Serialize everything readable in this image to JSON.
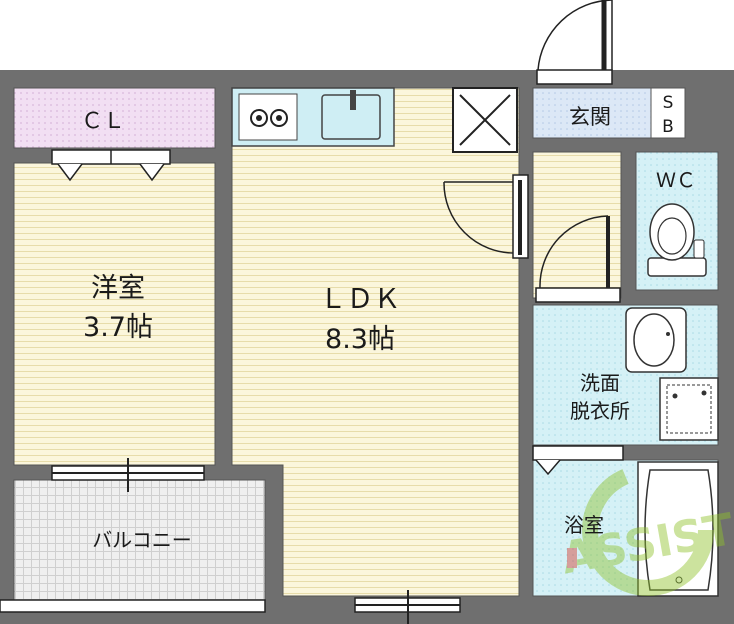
{
  "rooms": {
    "closet": {
      "label": "ＣＬ"
    },
    "western_room": {
      "name": "洋室",
      "size": "3.7帖"
    },
    "ldk": {
      "name": "ＬＤＫ",
      "size": "8.3帖"
    },
    "entrance": {
      "label": "玄関"
    },
    "shoe_box": {
      "label_1": "S",
      "label_2": "B"
    },
    "toilet": {
      "label": "ＷＣ"
    },
    "washroom": {
      "line_1": "洗面",
      "line_2": "脱衣所"
    },
    "bathroom": {
      "label": "浴室"
    },
    "balcony": {
      "label": "バルコニー"
    }
  },
  "watermark": {
    "text": "ASSIST"
  },
  "colors": {
    "wall": "#6f6f6f",
    "wood_floor": "#fbf6dc",
    "wood_line": "#e7dcaa",
    "closet": "#f2dff3",
    "entrance": "#dce8f6",
    "wet_area": "#d5f1f6",
    "balcony": "#e8e8e8",
    "kitchen_counter": "#cfeef4",
    "watermark": "#8fc22b",
    "watermark_red": "#d63b2f"
  }
}
